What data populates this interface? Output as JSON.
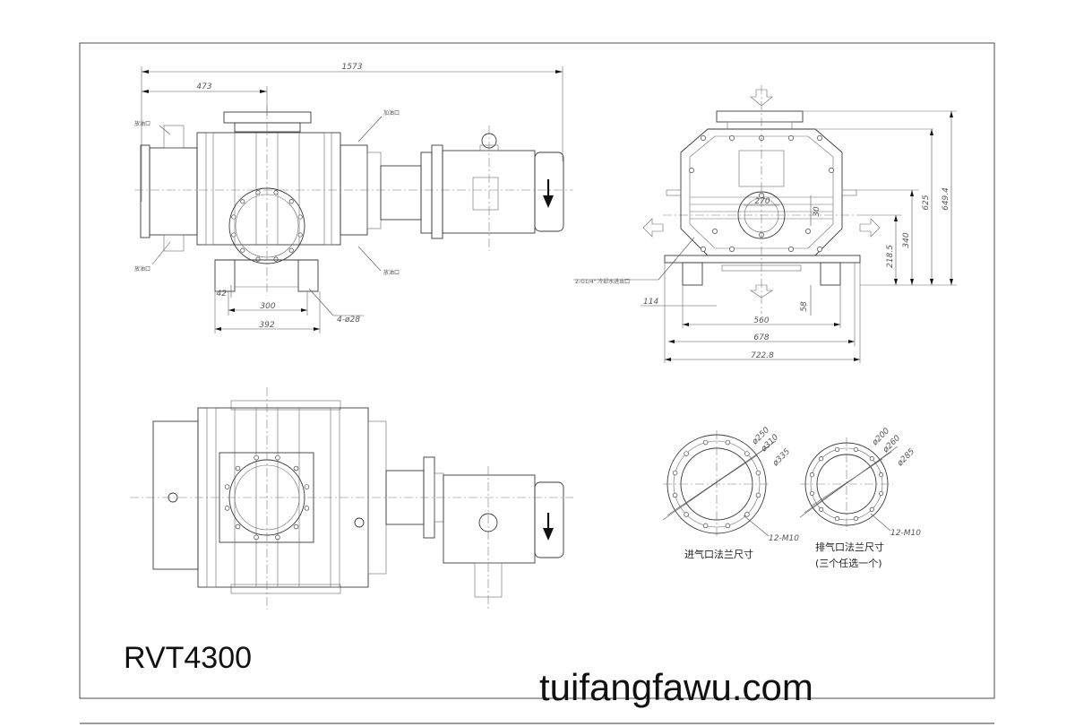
{
  "model_name": "RVT4300",
  "watermark": "tuifangfawu.com",
  "front_view": {
    "dim_total_length": "1573",
    "dim_inlet_offset": "473",
    "dim_foot_spacing": "300",
    "dim_foot_overall": "392",
    "dim_foot_gap": "42",
    "foot_holes": "4-ø28",
    "notes": [
      "放油口",
      "加油口",
      "放油口",
      "放油口"
    ]
  },
  "side_view": {
    "dim_height_total": "649.4",
    "dim_height_625": "625",
    "dim_height_340": "340",
    "dim_height_218": "218.5",
    "dim_inner_270": "270",
    "dim_inner_30": "30",
    "dim_width_560": "560",
    "dim_width_678": "678",
    "dim_width_722": "722.8",
    "dim_left_114": "114",
    "dim_bottom_58": "58",
    "cooling_note": "2-G1/4\" 冷却水进出口"
  },
  "inlet_flange": {
    "d_inner": "ø250",
    "d_bolt": "ø310",
    "d_outer": "ø335",
    "bolts": "12-M10",
    "caption": "进气口法兰尺寸"
  },
  "outlet_flange": {
    "d_inner": "ø200",
    "d_bolt": "ø260",
    "d_outer": "ø285",
    "bolts": "12-M10",
    "caption": "排气口法兰尺寸",
    "caption_sub": "(三个任选一个)"
  }
}
